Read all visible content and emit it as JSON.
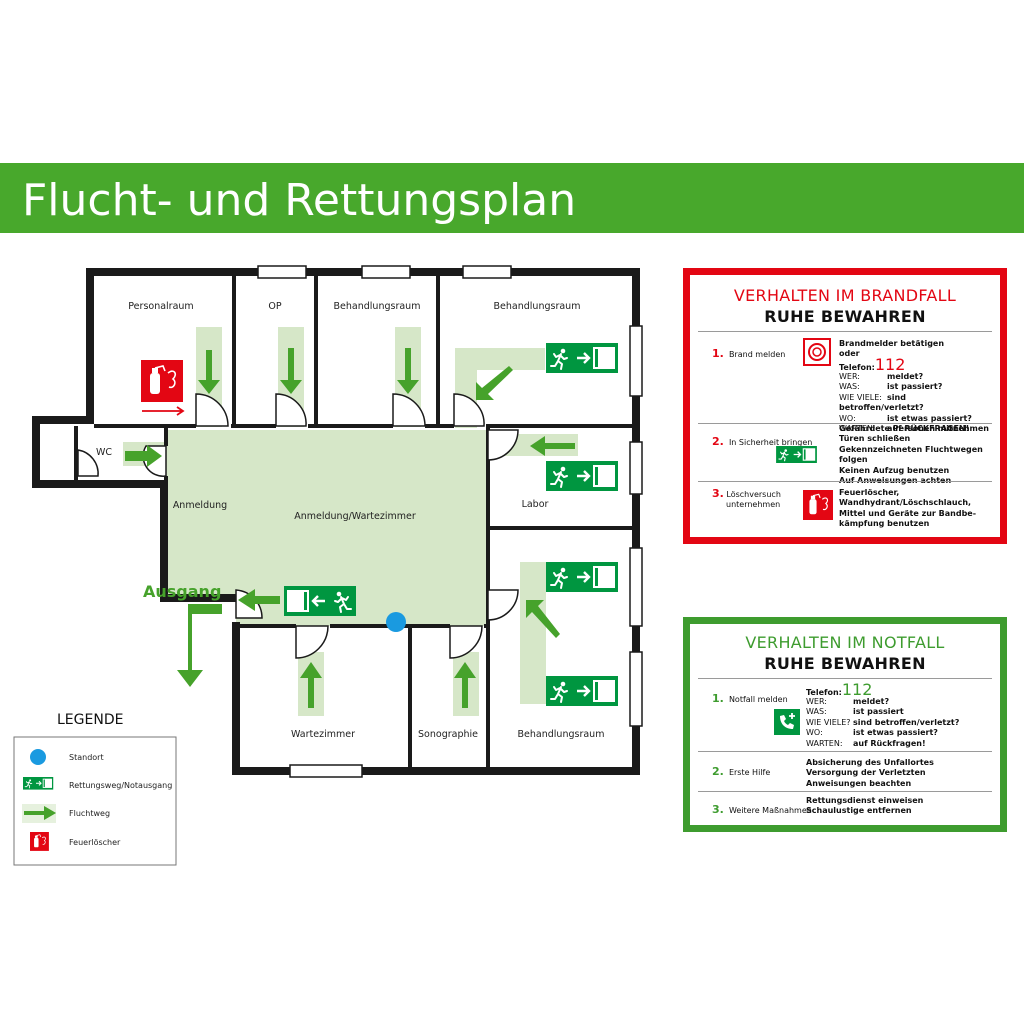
{
  "header": {
    "title": "Flucht- und Rettungsplan"
  },
  "rooms": {
    "personalraum": "Personalraum",
    "op": "OP",
    "behandlung1": "Behandlungsraum",
    "behandlung2": "Behandlungsraum",
    "wc": "WC",
    "anmeldung": "Anmeldung",
    "wartebereich": "Anmeldung/Wartezimmer",
    "labor": "Labor",
    "wartezimmer": "Wartezimmer",
    "sonographie": "Sonographie",
    "behandlung3": "Behandlungsraum",
    "ausgang": "Ausgang"
  },
  "legend": {
    "title": "LEGENDE",
    "items": [
      "Standort",
      "Rettungsweg/Notausgang",
      "Fluchtweg",
      "Feuerlöscher"
    ]
  },
  "fire": {
    "title": "VERHALTEN IM BRANDFALL",
    "subtitle": "RUHE BEWAHREN",
    "s1": {
      "num": "1.",
      "label": "Brand melden",
      "l1": "Brandmelder betätigen",
      "l2": "oder",
      "tel_label": "Telefon:",
      "tel": "112",
      "rows": [
        {
          "k": "WER:",
          "v": "meldet?"
        },
        {
          "k": "WAS:",
          "v": "ist passiert?"
        },
        {
          "k": "WIE VIELE:",
          "v": "sind betroffen/verletzt?"
        },
        {
          "k": "WO:",
          "v": "ist etwas passiert?"
        },
        {
          "k": "WARTEN:",
          "v": "auf RÜCKFRAGEN!"
        }
      ]
    },
    "s2": {
      "num": "2.",
      "label": "In Sicherheit bringen",
      "lines": [
        "Gefährdete Personen mitnehmen",
        "Türen schließen",
        "Gekennzeichneten Fluchtwegen folgen",
        "Keinen Aufzug benutzen",
        "Auf Anweisungen achten"
      ]
    },
    "s3": {
      "num": "3.",
      "label1": "Löschversuch",
      "label2": "unternehmen",
      "lines": [
        "Feuerlöscher,",
        "Wandhydrant/Löschschlauch,",
        "Mittel und Geräte zur Bandbe-",
        "kämpfung benutzen"
      ]
    }
  },
  "emergency": {
    "title": "VERHALTEN IM NOTFALL",
    "subtitle": "RUHE BEWAHREN",
    "s1": {
      "num": "1.",
      "label": "Notfall melden",
      "tel_label": "Telefon:",
      "tel": "112",
      "rows": [
        {
          "k": "WER:",
          "v": "meldet?"
        },
        {
          "k": "WAS:",
          "v": "ist passiert"
        },
        {
          "k": "WIE VIELE?",
          "v": "sind betroffen/verletzt?"
        },
        {
          "k": "WO:",
          "v": "ist etwas passiert?"
        },
        {
          "k": "WARTEN:",
          "v": "auf Rückfragen!"
        }
      ]
    },
    "s2": {
      "num": "2.",
      "label": "Erste Hilfe",
      "lines": [
        "Absicherung des Unfallortes",
        "Versorgung der Verletzten",
        "Anweisungen beachten"
      ]
    },
    "s3": {
      "num": "3.",
      "label": "Weitere Maßnahmen",
      "lines": [
        "Rettungsdienst einweisen",
        "Schaulustige entfernen"
      ]
    }
  },
  "colors": {
    "green": "#3e9c2f",
    "red": "#e30613",
    "path": "#d6e7c8",
    "sign": "#009640",
    "blue": "#1a9ae0"
  }
}
